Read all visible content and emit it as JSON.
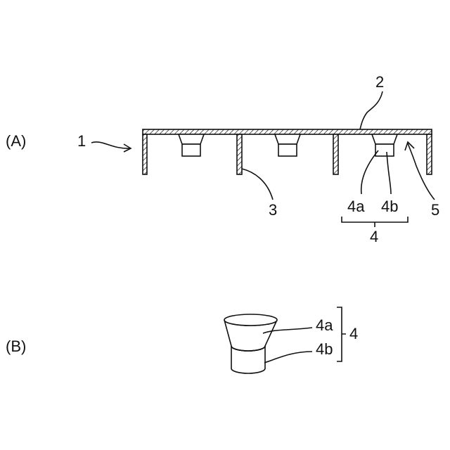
{
  "panel_a": {
    "panel_label": "(A)",
    "labels": {
      "frame": "1",
      "top_plate": "2",
      "partition": "3",
      "part_a": "4a",
      "part_b": "4b",
      "assembly": "4",
      "opening": "5"
    }
  },
  "panel_b": {
    "panel_label": "(B)",
    "labels": {
      "part_a": "4a",
      "part_b": "4b",
      "assembly": "4"
    }
  }
}
